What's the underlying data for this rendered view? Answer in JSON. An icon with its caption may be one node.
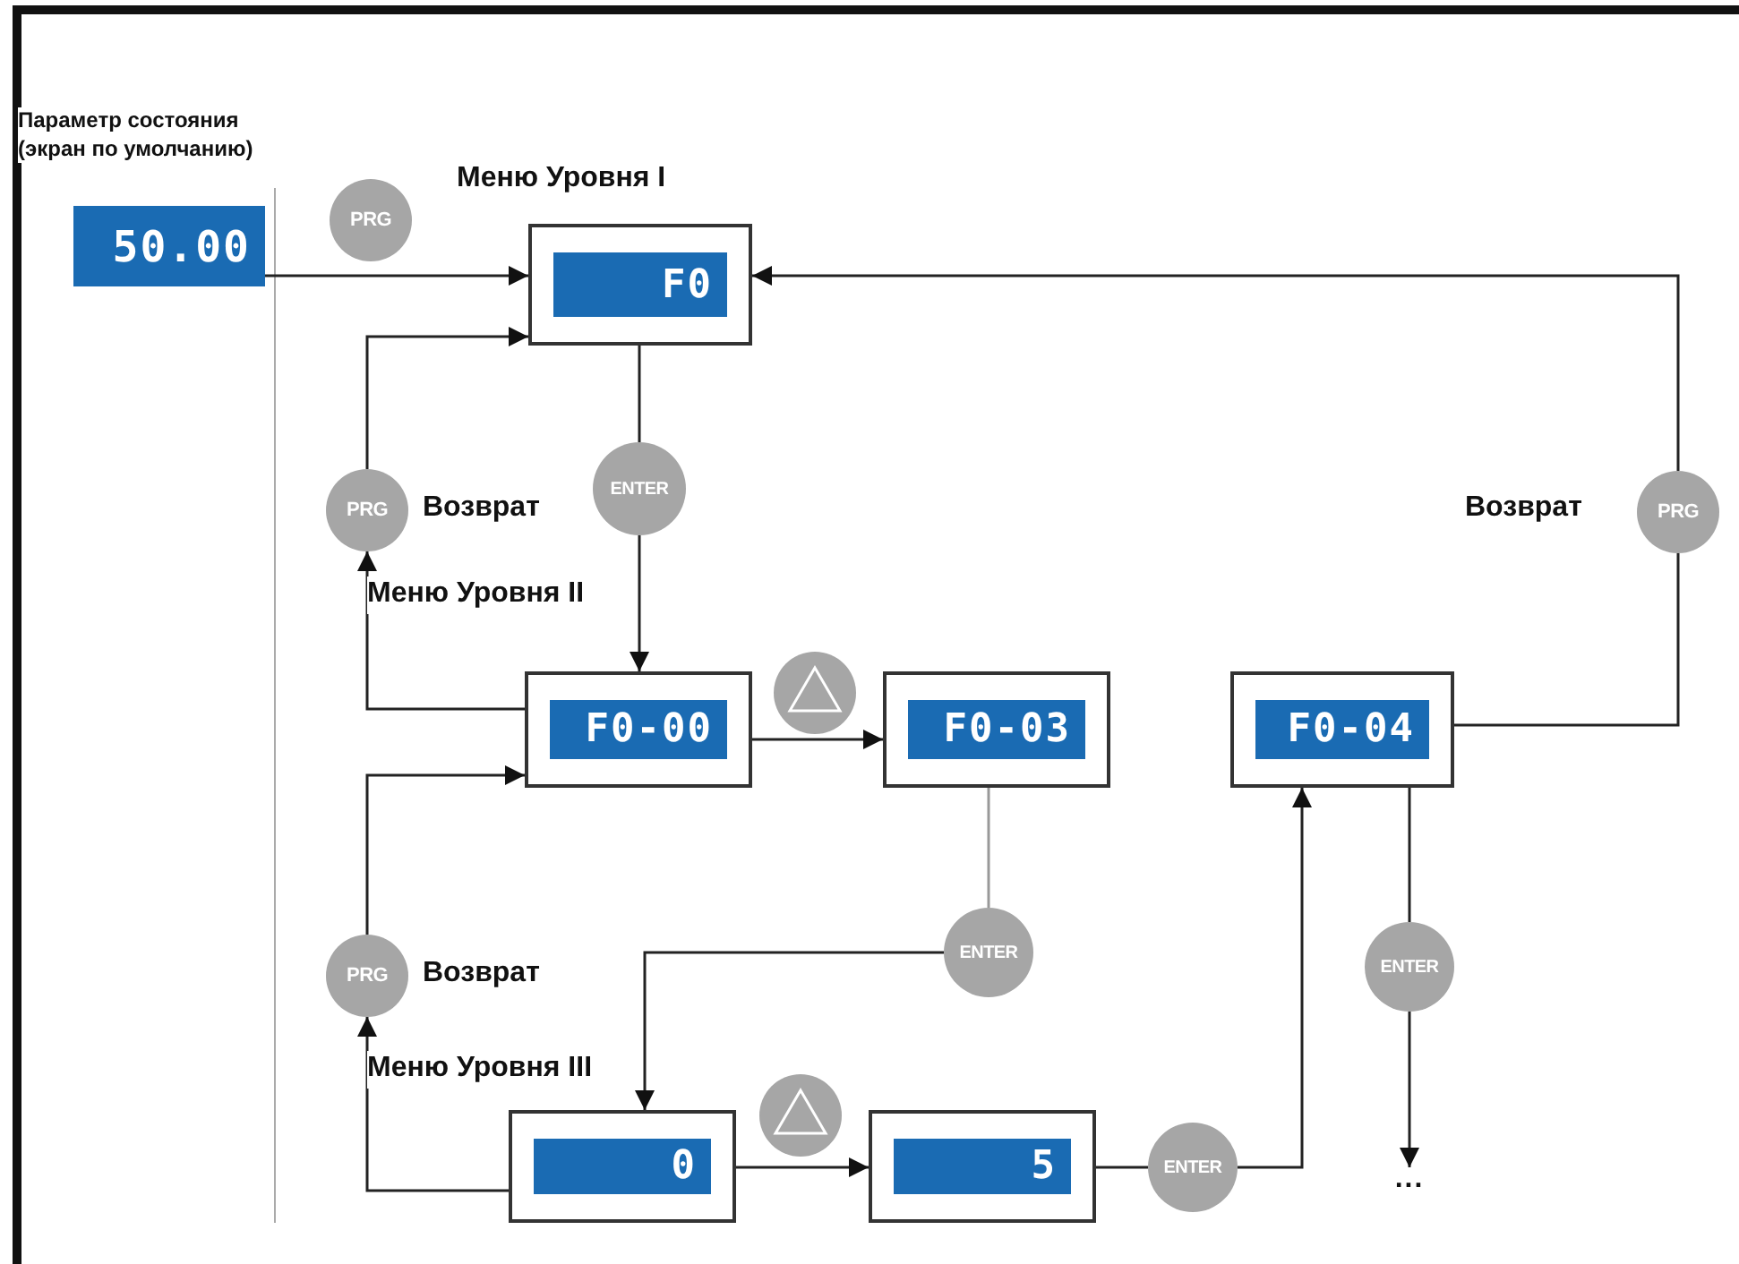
{
  "diagram": {
    "nodes": [
      {
        "text": [
          "50.00"
        ],
        "beside": [
          "Параметр состояния (экран по умолчанию)"
        ]
      },
      {
        "text": [
          "F0"
        ],
        "beside": [
          "Меню Уровня I"
        ]
      },
      {
        "text": [
          "PRG"
        ],
        "beside": [
          "Возврат"
        ]
      },
      {
        "text": [
          "ENTER"
        ]
      },
      {
        "text": [
          "PRG"
        ],
        "beside": [
          "Возврат"
        ]
      },
      {
        "text": [
          "F0-00"
        ]
      },
      {
        "text": [
          "F0-03"
        ]
      },
      {
        "text": [
          "F0-04"
        ]
      },
      {
        "text": [
          "ENTER"
        ]
      },
      {
        "text": [
          "ENTER"
        ]
      },
      {
        "text": [
          "PRG"
        ],
        "beside": [
          "Возврат"
        ]
      },
      {
        "text": [
          "0"
        ]
      },
      {
        "text": [
          "5"
        ]
      },
      {
        "text": [
          "ENTER"
        ]
      },
      {
        "text": [
          "..."
        ]
      },
      {
        "text": [
          "PRG"
        ]
      }
    ],
    "labels": [
      "Меню Уровня II",
      "Меню Уровня III"
    ],
    "edges": [
      {
        "from": 0,
        "to": 1,
        "arrow": "to"
      },
      {
        "from": 1,
        "to": 3,
        "arrow": "none"
      },
      {
        "from": 3,
        "to": 5,
        "arrow": "to"
      },
      {
        "from": 5,
        "to": 2,
        "arrow": "to"
      },
      {
        "from": 2,
        "to": 1,
        "arrow": "to"
      },
      {
        "from": 5,
        "to": 6,
        "arrow": "to"
      },
      {
        "from": 6,
        "to": 8,
        "arrow": "none",
        "color": "#999999"
      },
      {
        "from": 8,
        "to": 11,
        "arrow": "to"
      },
      {
        "from": 11,
        "to": 10,
        "arrow": "to"
      },
      {
        "from": 10,
        "to": 5,
        "arrow": "to"
      },
      {
        "from": 11,
        "to": 12,
        "arrow": "to"
      },
      {
        "from": 12,
        "to": 13,
        "arrow": "none"
      },
      {
        "from": 13,
        "to": 7,
        "arrow": "to"
      },
      {
        "from": 7,
        "to": 9,
        "arrow": "none"
      },
      {
        "from": 9,
        "to": 14,
        "arrow": "to"
      },
      {
        "from": 7,
        "to": 4,
        "arrow": "none"
      },
      {
        "from": 4,
        "to": 1,
        "arrow": "to"
      }
    ]
  }
}
